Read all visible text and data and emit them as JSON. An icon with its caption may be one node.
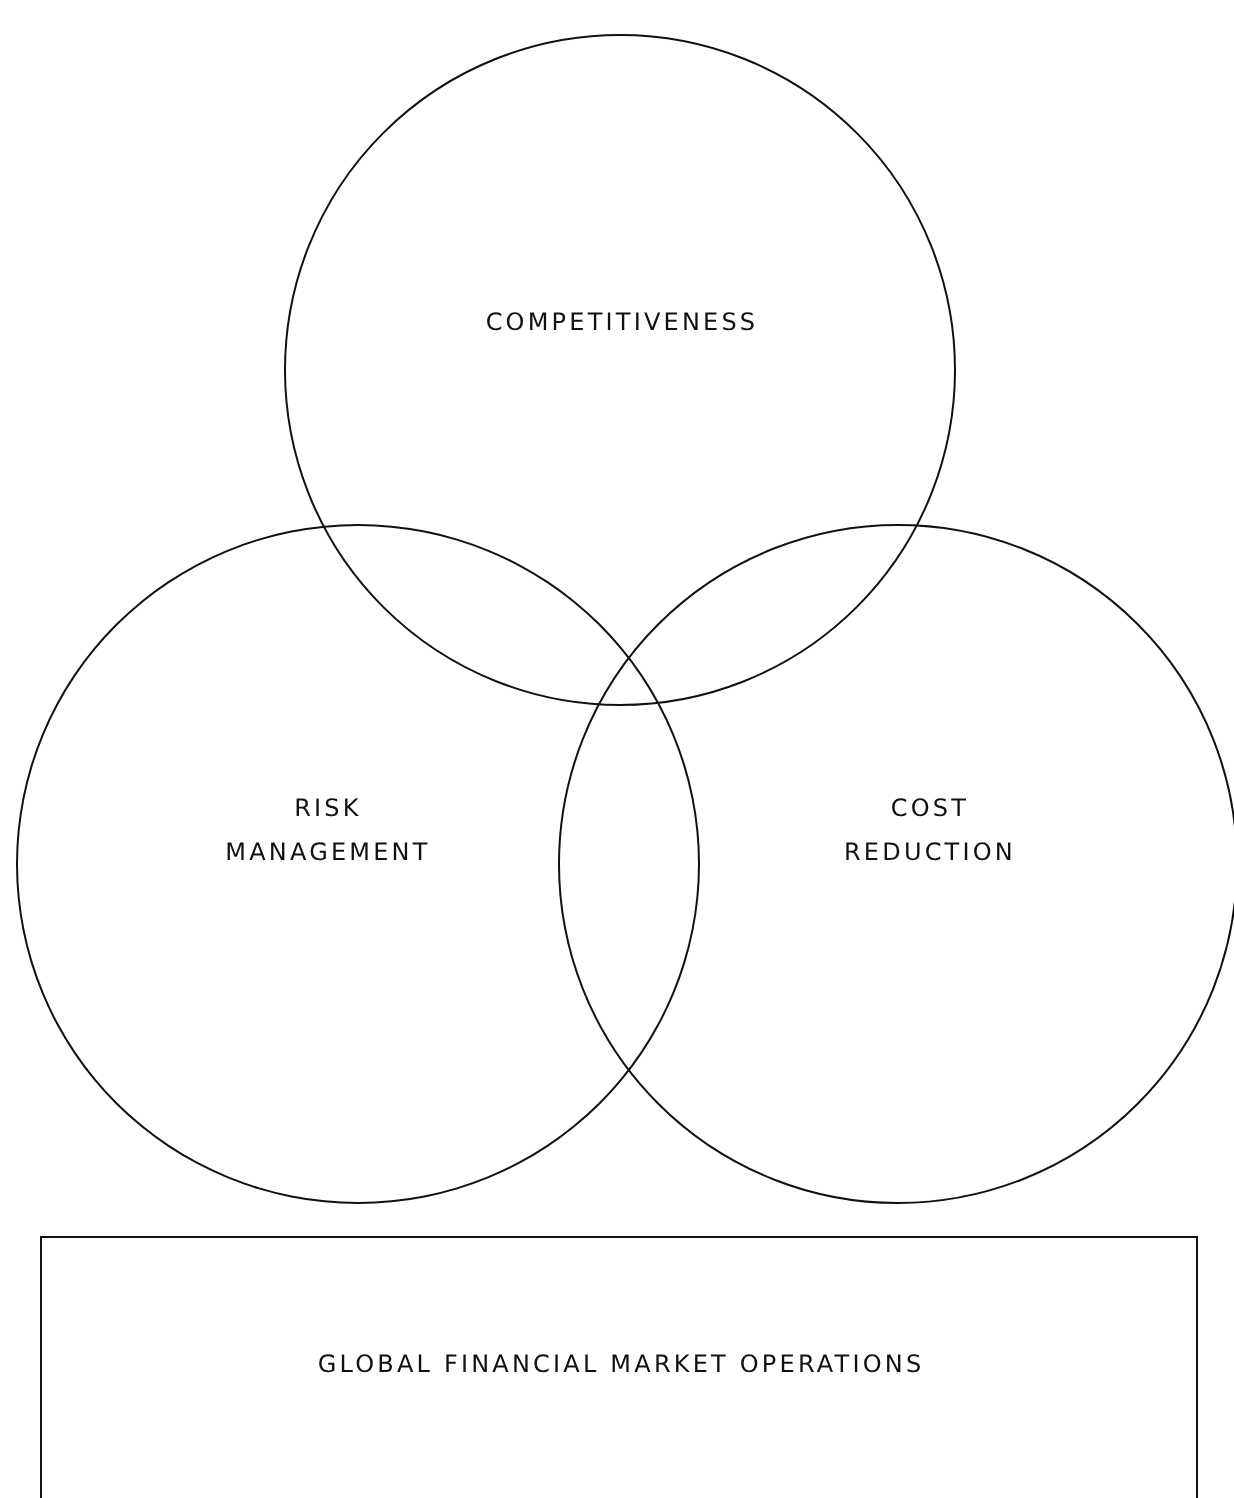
{
  "diagram": {
    "nodes": [
      {
        "text": [
          "COMPETITIVENESS"
        ]
      },
      {
        "text": [
          "RISK MANAGEMENT"
        ]
      },
      {
        "text": [
          "COST REDUCTION"
        ]
      },
      {
        "text": [
          "GLOBAL FINANCIAL MARKET OPERATIONS"
        ]
      }
    ]
  }
}
